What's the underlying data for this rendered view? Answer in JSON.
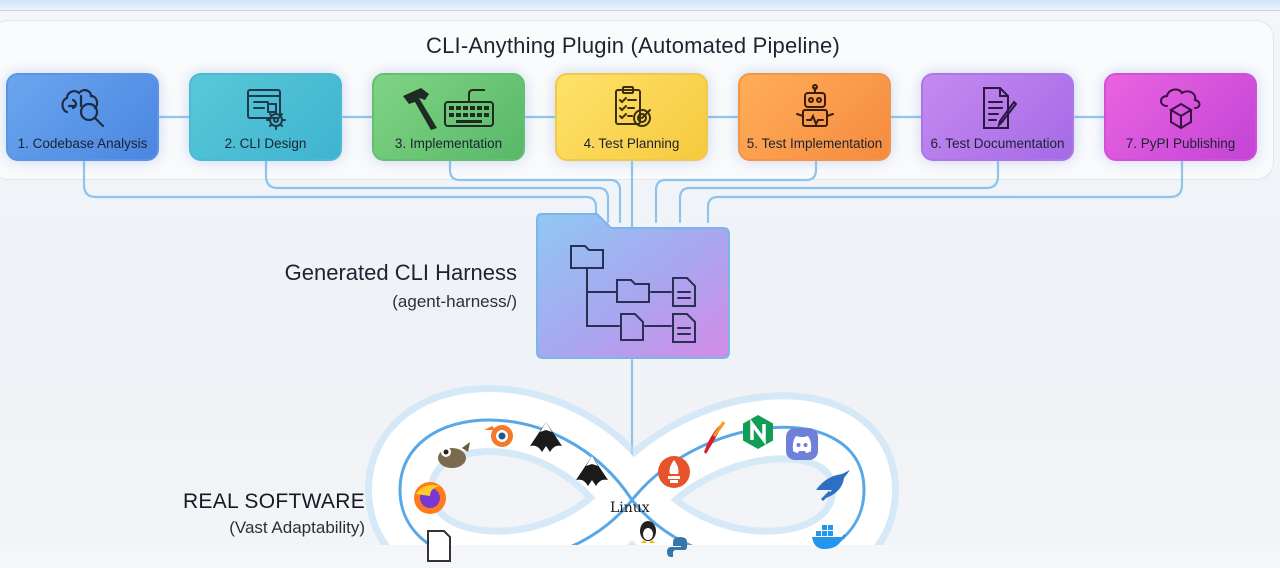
{
  "pipeline": {
    "title": "CLI-Anything Plugin (Automated Pipeline)",
    "steps": [
      {
        "label": "1. Codebase Analysis",
        "icon": "brain-magnifier-icon"
      },
      {
        "label": "2. CLI Design",
        "icon": "blueprint-gear-icon"
      },
      {
        "label": "3. Implementation",
        "icon": "hammer-keyboard-icon"
      },
      {
        "label": "4. Test Planning",
        "icon": "checklist-target-icon"
      },
      {
        "label": "5. Test Implementation",
        "icon": "robot-icon"
      },
      {
        "label": "6. Test Documentation",
        "icon": "document-pencil-icon"
      },
      {
        "label": "7. PyPI Publishing",
        "icon": "cloud-box-icon"
      }
    ]
  },
  "harness": {
    "title": "Generated CLI Harness",
    "subtitle": "(agent-harness/)",
    "icon": "folder-tree-icon"
  },
  "real_software": {
    "title": "REAL SOFTWARE",
    "subtitle": "(Vast Adaptability)",
    "linux_label": "Linux",
    "apps": [
      "gimp-icon",
      "blender-icon",
      "inkscape-icon",
      "inkscape-icon",
      "firefox-icon",
      "linux-tux-icon",
      "prometheus-icon",
      "apache-feather-icon",
      "nginx-icon",
      "discord-icon",
      "kingfisher-bird-icon",
      "docker-icon",
      "document-icon",
      "python-icon"
    ]
  },
  "colors": {
    "step1": "#5b93e6",
    "step2": "#4cb9d2",
    "step3": "#62c070",
    "step4": "#f0c84a",
    "step5": "#f49546",
    "step6": "#ad76e8",
    "step7": "#d050d8",
    "connector": "#8cc4ee",
    "infinity_stroke": "#5aa7e6"
  }
}
